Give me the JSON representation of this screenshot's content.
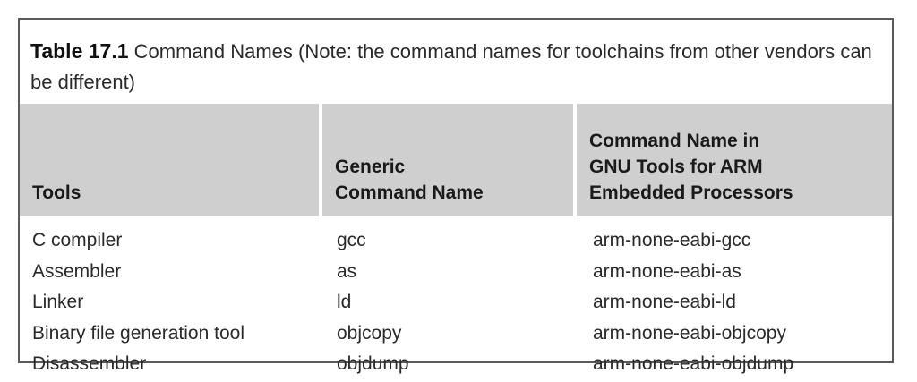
{
  "table": {
    "caption": {
      "label": "Table 17.1",
      "text": " Command Names (Note: the command names for toolchains from other vendors can be different)"
    },
    "headers": [
      [
        "Tools"
      ],
      [
        "Generic",
        "Command Name"
      ],
      [
        "Command Name in",
        "GNU Tools for ARM",
        "Embedded Processors"
      ]
    ],
    "rows": [
      [
        "C compiler",
        "gcc",
        "arm-none-eabi-gcc"
      ],
      [
        "Assembler",
        "as",
        "arm-none-eabi-as"
      ],
      [
        "Linker",
        "ld",
        "arm-none-eabi-ld"
      ],
      [
        "Binary file generation tool",
        "objcopy",
        "arm-none-eabi-objcopy"
      ],
      [
        "Disassembler",
        "objdump",
        "arm-none-eabi-objdump"
      ]
    ]
  }
}
